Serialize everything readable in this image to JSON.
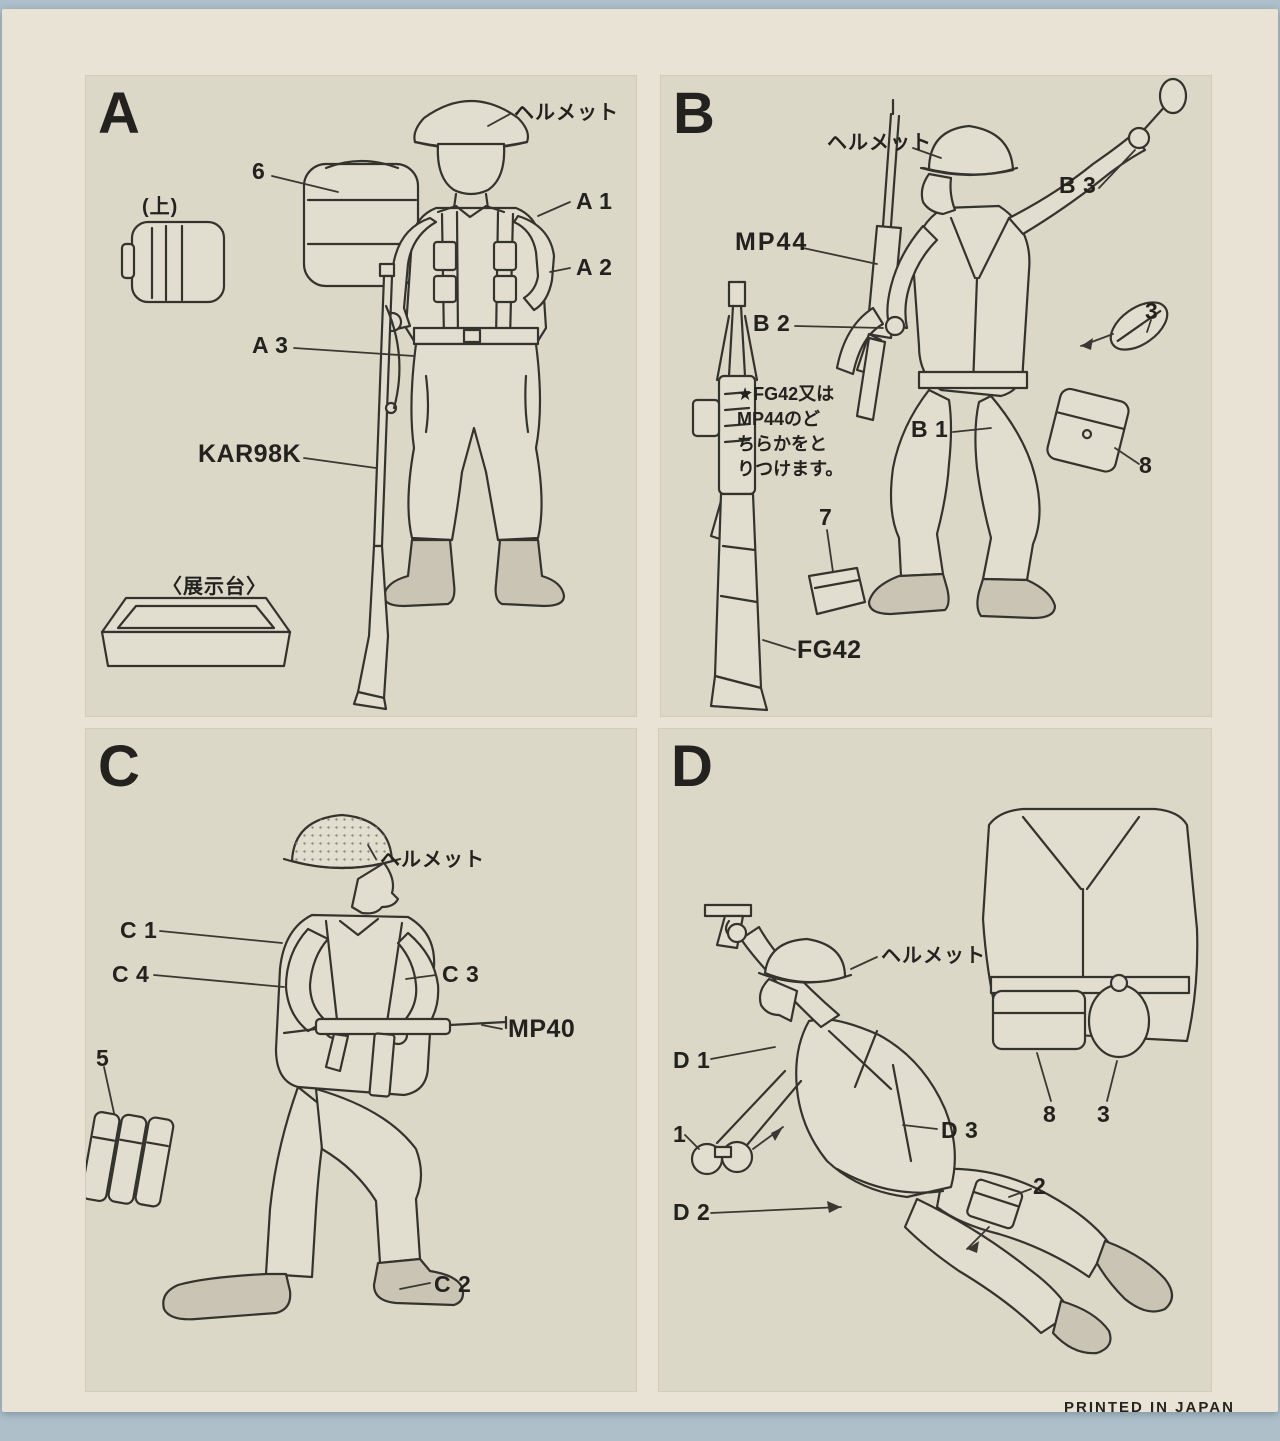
{
  "page": {
    "printed_in": "PRINTED IN JAPAN"
  },
  "panel_a": {
    "letter": "A",
    "helmet": "ヘルメット",
    "part6": "6",
    "top_view": "(上)",
    "a1": "A 1",
    "a2": "A 2",
    "a3": "A 3",
    "kar98k": "KAR98K",
    "display_base": "〈展示台〉"
  },
  "panel_b": {
    "letter": "B",
    "helmet": "ヘルメット",
    "mp44": "MP44",
    "b3": "B 3",
    "b2": "B 2",
    "part3": "3",
    "b1": "B 1",
    "part8": "8",
    "note_lines": [
      "★FG42又は",
      "MP44のど",
      "ちらかをと",
      "りつけます。"
    ],
    "part7": "7",
    "fg42": "FG42"
  },
  "panel_c": {
    "letter": "C",
    "helmet": "ヘルメット",
    "c1": "C 1",
    "c4": "C 4",
    "c3": "C 3",
    "mp40": "MP40",
    "part5": "5",
    "c2": "C 2"
  },
  "panel_d": {
    "letter": "D",
    "helmet": "ヘルメット",
    "d1": "D 1",
    "part1": "1",
    "d3": "D 3",
    "part8": "8",
    "part3": "3",
    "d2": "D 2",
    "part2": "2"
  },
  "colors": {
    "paper": "#e8e3d4",
    "panel": "#dcd8c8",
    "ink": "#35332e",
    "photo_bg": "#aebfca"
  }
}
